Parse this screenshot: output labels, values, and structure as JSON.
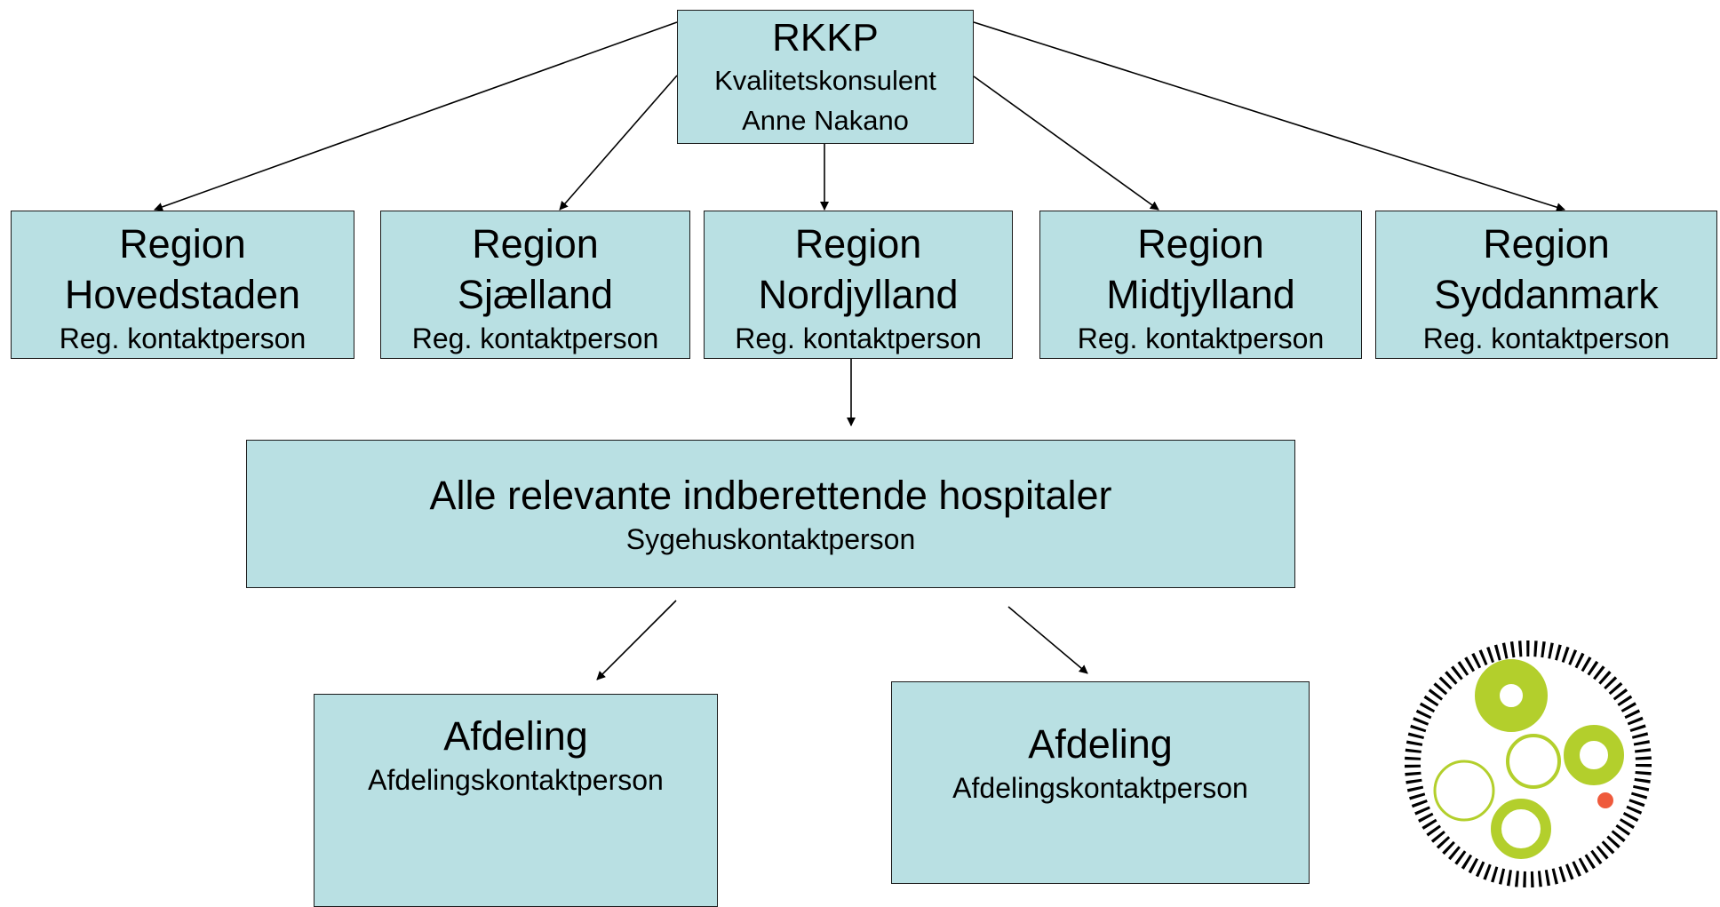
{
  "root": {
    "title": "RKKP",
    "line1": "Kvalitetskonsulent",
    "line2": "Anne Nakano"
  },
  "regions": [
    {
      "word": "Region",
      "name": "Hovedstaden",
      "role": "Reg. kontaktperson"
    },
    {
      "word": "Region",
      "name": "Sjælland",
      "role": "Reg. kontaktperson"
    },
    {
      "word": "Region",
      "name": "Nordjylland",
      "role": "Reg. kontaktperson"
    },
    {
      "word": "Region",
      "name": "Midtjylland",
      "role": "Reg. kontaktperson"
    },
    {
      "word": "Region",
      "name": "Syddanmark",
      "role": "Reg. kontaktperson"
    }
  ],
  "hospitals": {
    "title": "Alle relevante indberettende hospitaler",
    "role": "Sygehuskontaktperson"
  },
  "departments": [
    {
      "title": "Afdeling",
      "role": "Afdelingskontaktperson"
    },
    {
      "title": "Afdeling",
      "role": "Afdelingskontaktperson"
    }
  ],
  "colors": {
    "box_fill": "#b9e0e3",
    "logo_green": "#b3cf2c",
    "logo_red": "#ef5a3c"
  }
}
